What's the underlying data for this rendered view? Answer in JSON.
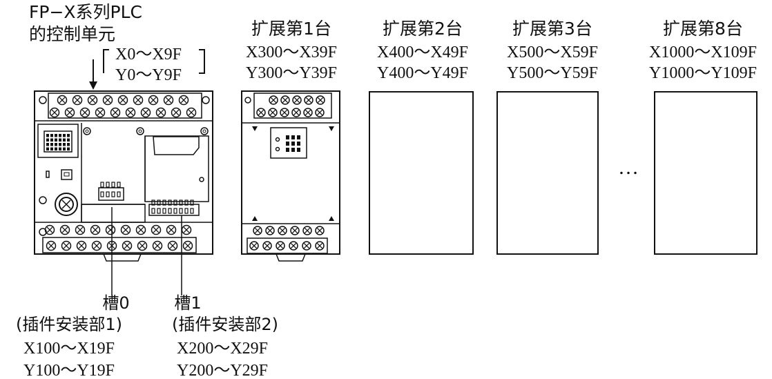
{
  "control_unit": {
    "title_line1": "FP−X系列PLC",
    "title_line2": "的控制单元",
    "range_x": "X0～X9F",
    "range_y": "Y0～Y9F"
  },
  "expansions": [
    {
      "title": "扩展第1台",
      "range_x": "X300～X39F",
      "range_y": "Y300～Y39F"
    },
    {
      "title": "扩展第2台",
      "range_x": "X400～X49F",
      "range_y": "Y400～Y49F"
    },
    {
      "title": "扩展第3台",
      "range_x": "X500～X59F",
      "range_y": "Y500～Y59F"
    },
    {
      "title": "扩展第8台",
      "range_x": "X1000～X109F",
      "range_y": "Y1000～Y109F"
    }
  ],
  "ellipsis": "…",
  "slots": [
    {
      "name": "槽0",
      "desc": "(插件安装部1)",
      "range_x": "X100～X19F",
      "range_y": "Y100～Y19F"
    },
    {
      "name": "槽1",
      "desc": "(插件安装部2)",
      "range_x": "X200～X29F",
      "range_y": "Y200～Y29F"
    }
  ]
}
